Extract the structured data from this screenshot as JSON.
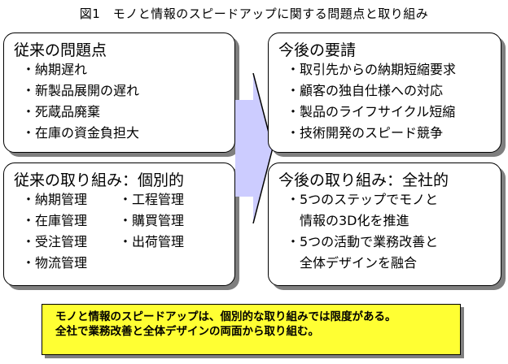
{
  "title": "図1　モノと情報のスピードアップに関する問題点と取り組み",
  "past_problems": {
    "heading": "従来の問題点",
    "items": [
      "・納期遅れ",
      "・新製品展開の遅れ",
      "・死蔵品廃棄",
      "・在庫の資金負担大"
    ]
  },
  "past_efforts": {
    "heading": "従来の取り組み：個別的",
    "left_items": [
      "・納期管理",
      "・在庫管理",
      "・受注管理",
      "・物流管理"
    ],
    "right_items": [
      "・工程管理",
      "・購買管理",
      "・出荷管理"
    ]
  },
  "future_demands": {
    "heading": "今後の要請",
    "items": [
      "・取引先からの納期短縮要求",
      "・顧客の独自仕様への対応",
      "・製品のライフサイクル短縮",
      "・技術開発のスピード競争"
    ]
  },
  "future_efforts": {
    "heading": "今後の取り組み：全社的",
    "items": [
      "・5つのステップでモノと",
      "　情報の3D化を推進",
      "・5つの活動で業務改善と",
      "　全体デザインを融合"
    ]
  },
  "summary": {
    "line1": "モノと情報のスピードアップは、個別的な取り組みでは限度がある。",
    "line2": "全社で業務改善と全体デザインの両面から取り組む。"
  },
  "colors": {
    "note_fill": "#ffff33",
    "arrow_fill": "#ccccff",
    "shadow": "#7f7f7f"
  }
}
